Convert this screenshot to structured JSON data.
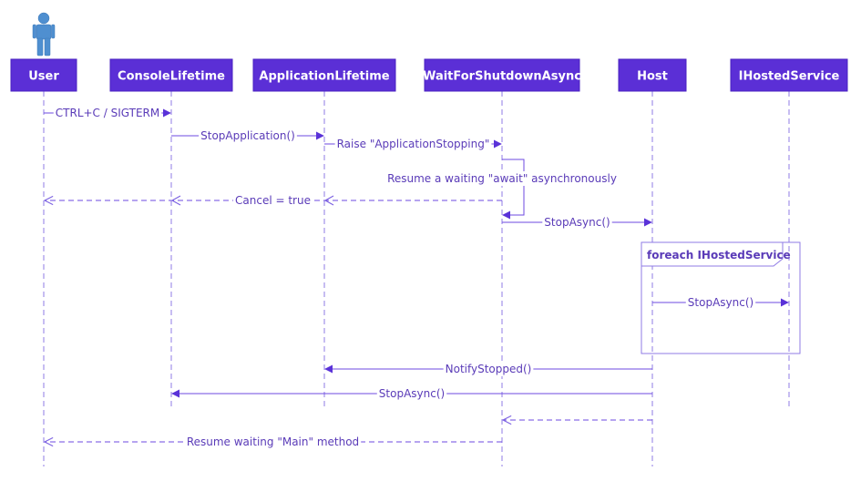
{
  "participants": [
    {
      "id": "user",
      "label": "User",
      "actor": true
    },
    {
      "id": "console",
      "label": "ConsoleLifetime"
    },
    {
      "id": "app",
      "label": "ApplicationLifetime"
    },
    {
      "id": "wait",
      "label": "WaitForShutdownAsync"
    },
    {
      "id": "host",
      "label": "Host"
    },
    {
      "id": "hosted",
      "label": "IHostedService"
    }
  ],
  "messages": [
    {
      "from": "user",
      "to": "console",
      "label": "CTRL+C / SIGTERM",
      "style": "solid"
    },
    {
      "from": "console",
      "to": "app",
      "label": "StopApplication()",
      "style": "solid"
    },
    {
      "from": "app",
      "to": "wait",
      "label": "Raise \"ApplicationStopping\"",
      "style": "solid"
    },
    {
      "from": "wait",
      "to": "wait",
      "label": "Resume a waiting \"await\" asynchronously",
      "style": "solid",
      "self": true
    },
    {
      "from": "wait",
      "to": "user",
      "label": "Cancel = true",
      "style": "dashed"
    },
    {
      "from": "wait",
      "to": "host",
      "label": "StopAsync()",
      "style": "solid"
    },
    {
      "from": "host",
      "to": "hosted",
      "label": "StopAsync()",
      "style": "solid"
    },
    {
      "from": "host",
      "to": "app",
      "label": "NotifyStopped()",
      "style": "solid"
    },
    {
      "from": "host",
      "to": "console",
      "label": "StopAsync()",
      "style": "solid"
    },
    {
      "from": "host",
      "to": "wait",
      "label": "",
      "style": "dashed"
    },
    {
      "from": "wait",
      "to": "user",
      "label": "Resume waiting \"Main\" method",
      "style": "dashed"
    }
  ],
  "fragment": {
    "label": "foreach IHostedService"
  },
  "colors": {
    "participant_fill": "#5b2fd6",
    "line": "#6d4ae0",
    "text": "#5a3bb8",
    "actor": "#4f8fd0"
  }
}
